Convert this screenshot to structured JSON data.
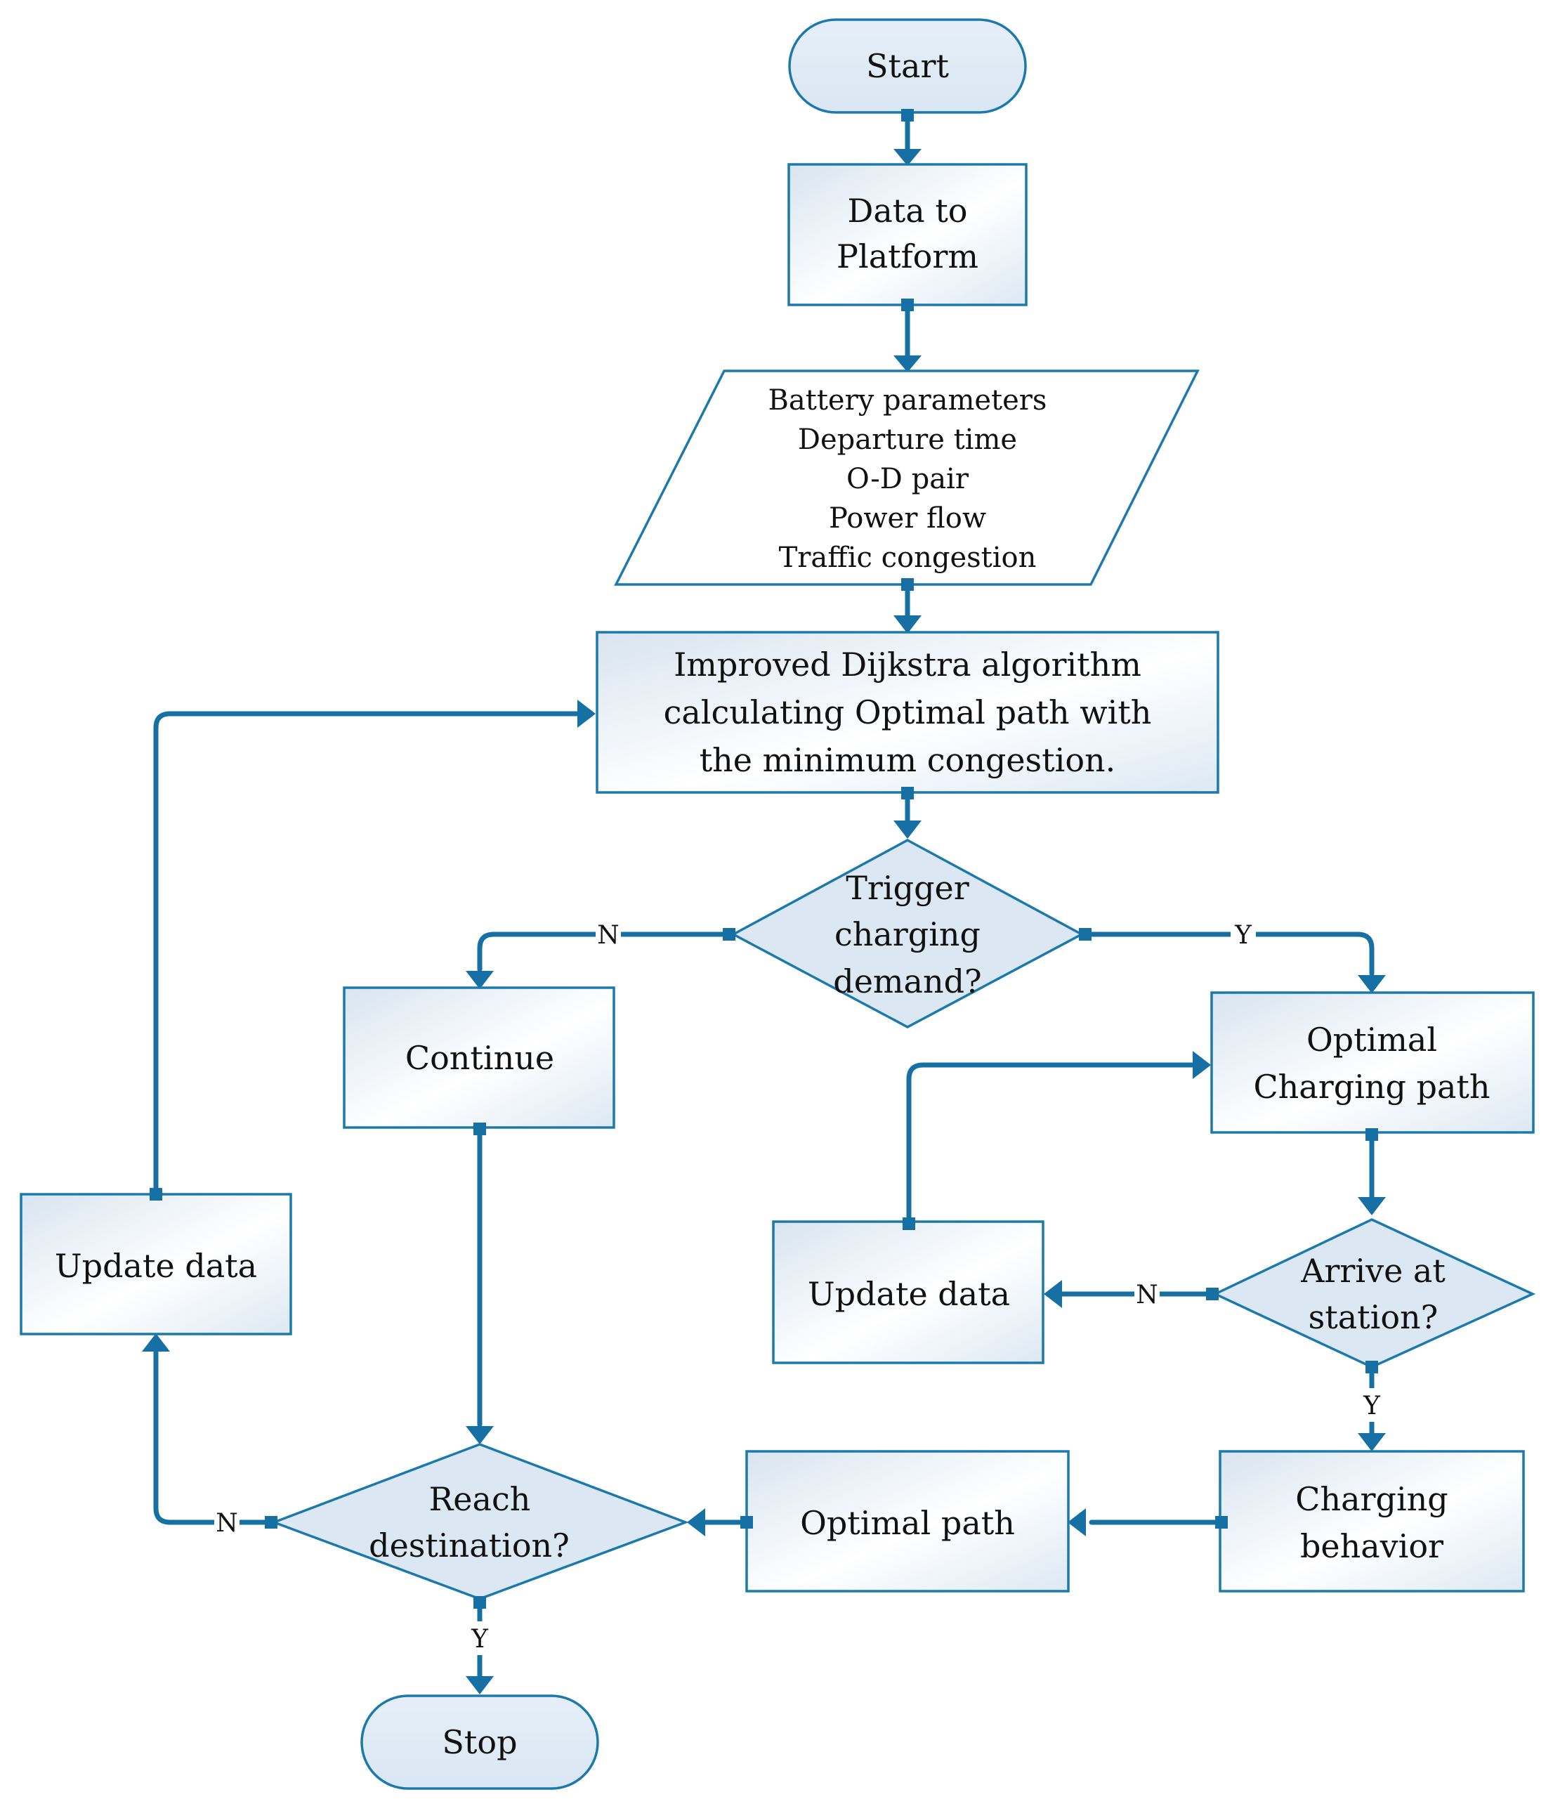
{
  "nodes": {
    "start": "Start",
    "data_to_platform": [
      "Data to",
      "Platform"
    ],
    "inputs": [
      "Battery parameters",
      "Departure time",
      "O-D pair",
      "Power flow",
      "Traffic congestion"
    ],
    "dijkstra": [
      "Improved Dijkstra algorithm",
      "calculating Optimal path with",
      "the minimum congestion."
    ],
    "trigger": [
      "Trigger",
      "charging",
      "demand?"
    ],
    "continue": "Continue",
    "optimal_charging_path": [
      "Optimal",
      "Charging path"
    ],
    "update_data_right": "Update data",
    "arrive": [
      "Arrive at",
      "station?"
    ],
    "update_data_left": "Update data",
    "charging_behavior": [
      "Charging",
      "behavior"
    ],
    "optimal_path": "Optimal path",
    "reach": [
      "Reach",
      "destination?"
    ],
    "stop": "Stop"
  },
  "edge_labels": {
    "trigger_no": "N",
    "trigger_yes": "Y",
    "arrive_no": "N",
    "arrive_yes": "Y",
    "reach_no": "N",
    "reach_yes": "Y"
  },
  "colors": {
    "stroke": "#1b7aab",
    "connector": "#1670a3",
    "fill_light": "#ffffff",
    "fill_tint": "#dbe7f2"
  }
}
